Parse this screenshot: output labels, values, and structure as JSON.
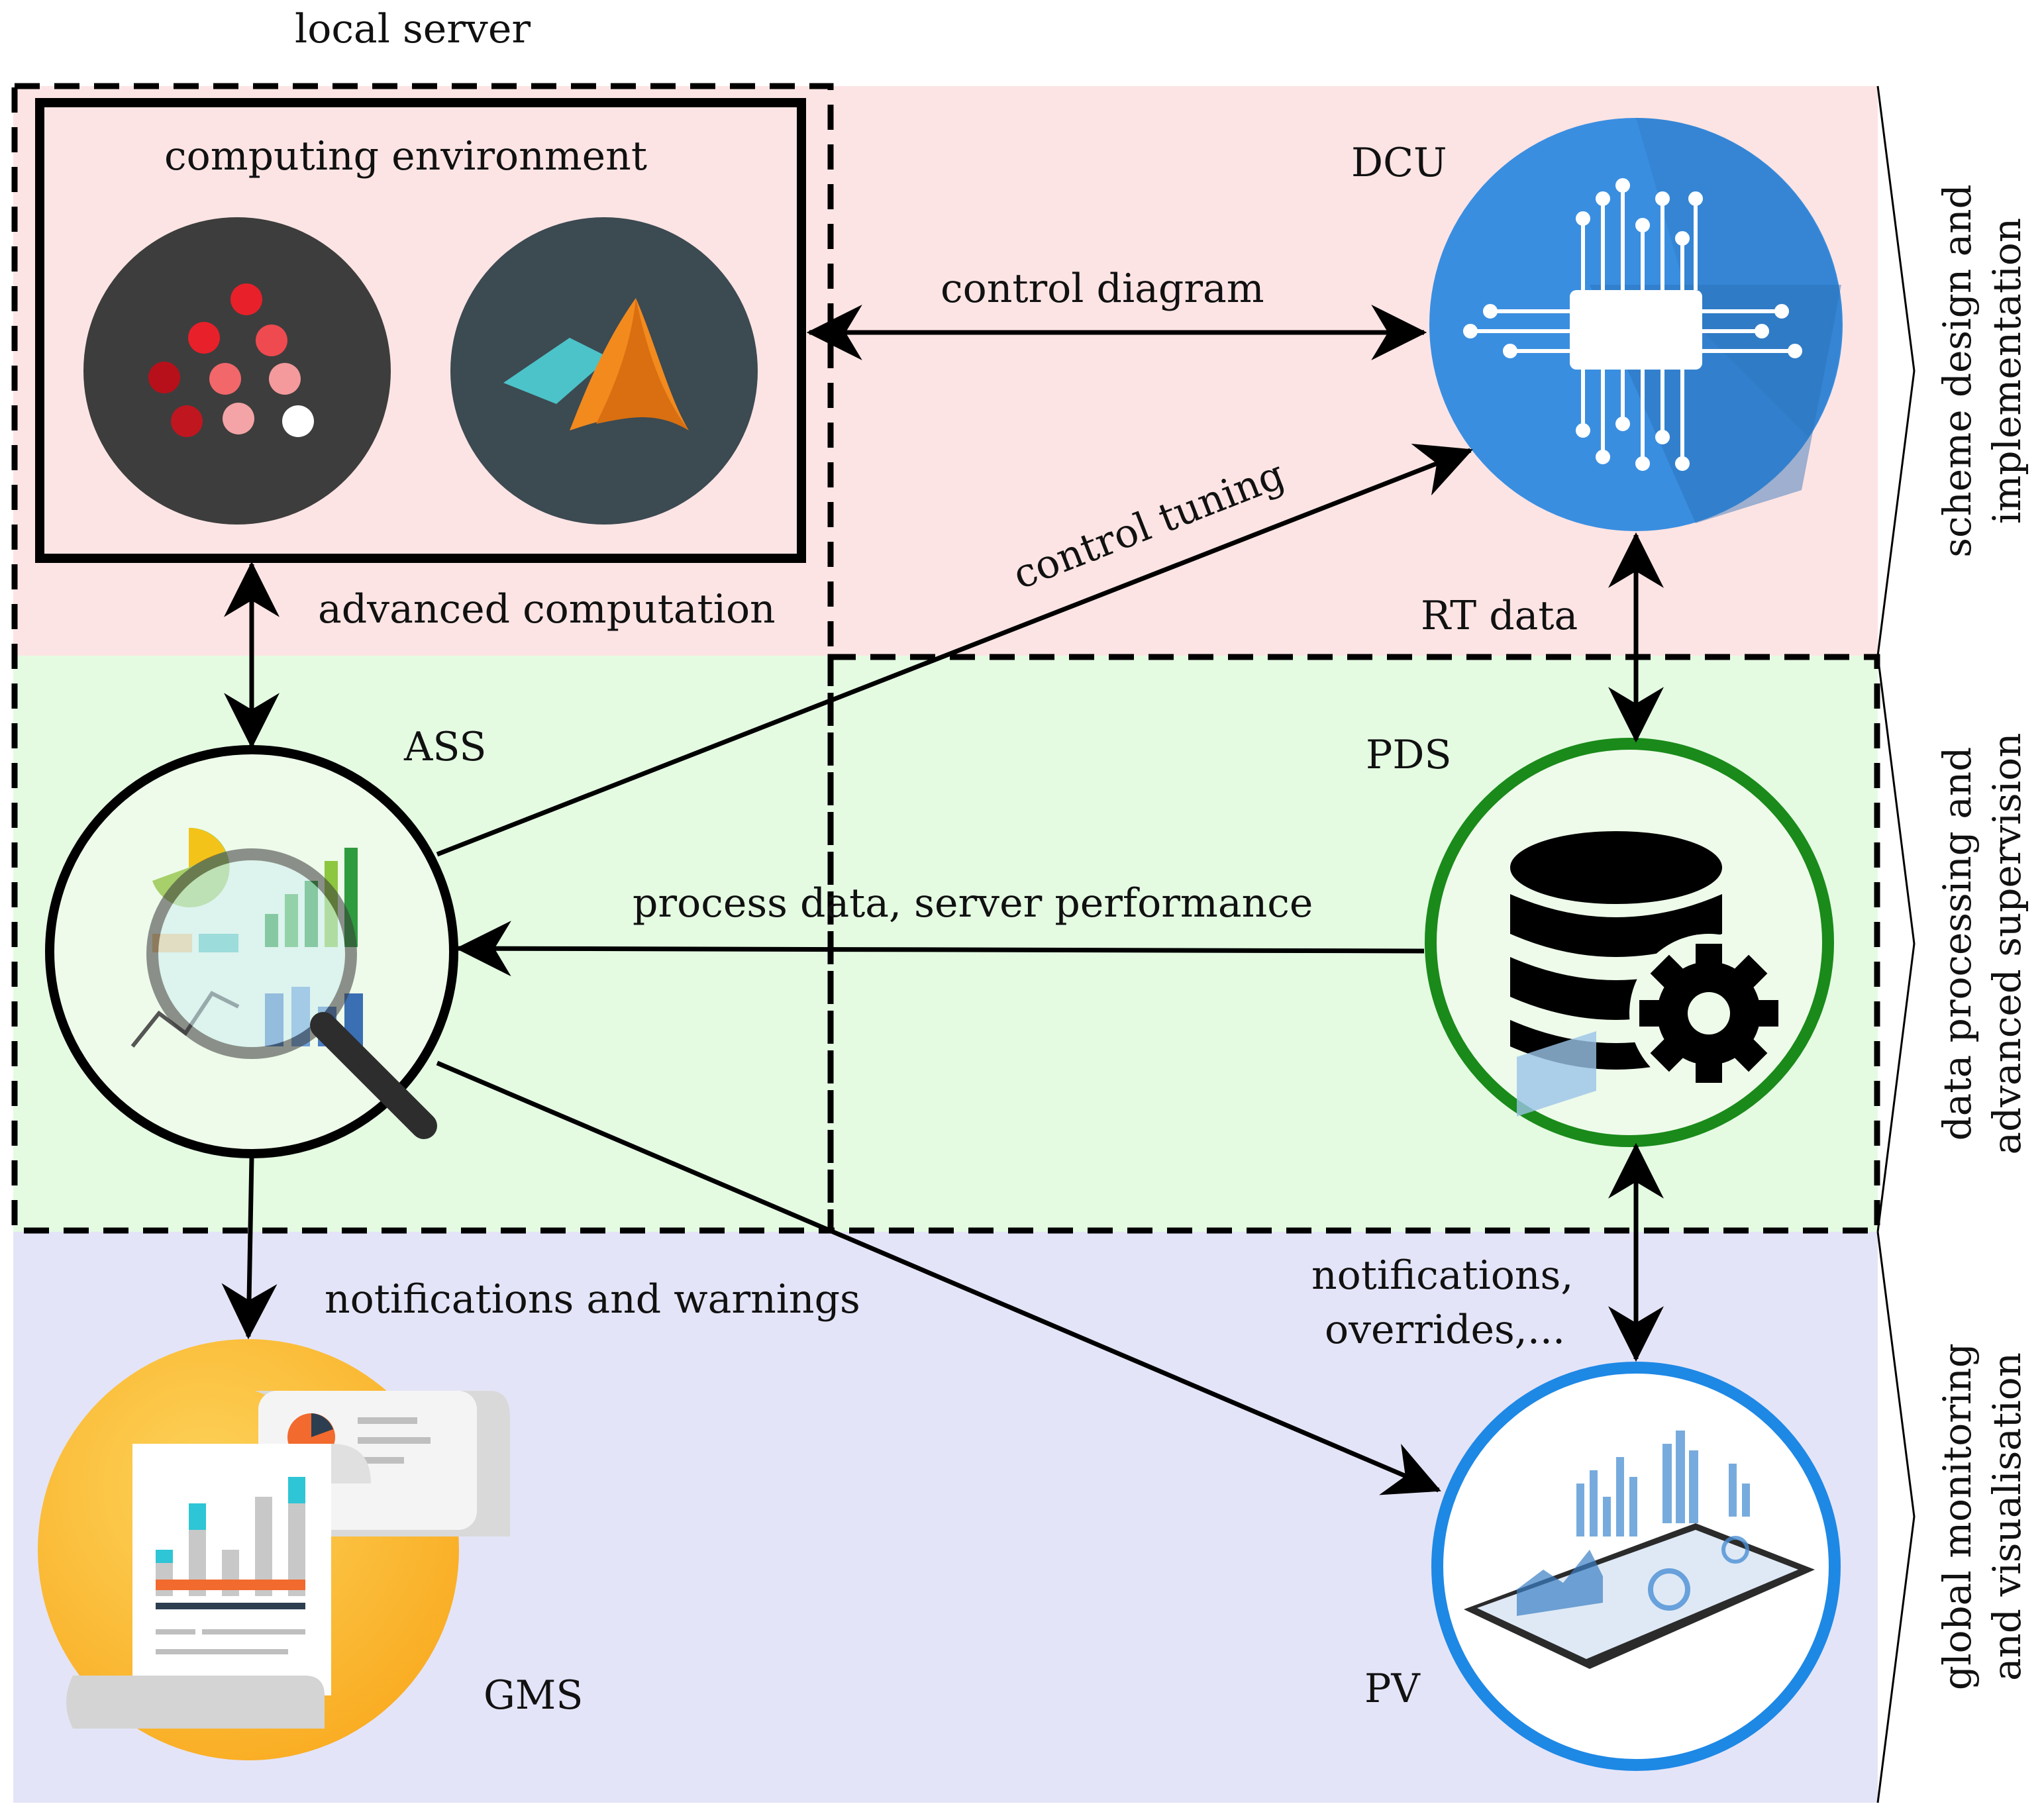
{
  "labels": {
    "local_server": "local server",
    "computing_environment": "computing environment",
    "dcu": "DCU",
    "control_diagram": "control diagram",
    "control_tuning": "control tuning",
    "advanced_computation": "advanced computation",
    "rt_data": "RT data",
    "ass": "ASS",
    "pds": "PDS",
    "process_data": "process data, server performance",
    "notifications_warnings": "notifications and warnings",
    "notifications_overrides_1": "notifications,",
    "notifications_overrides_2": "overrides,...",
    "gms": "GMS",
    "pv": "PV"
  },
  "lanes": {
    "top": {
      "line1": "scheme design and",
      "line2": "implementation"
    },
    "middle": {
      "line1": "data processing and",
      "line2": "advanced supervision"
    },
    "bottom": {
      "line1": "global monitoring",
      "line2": "and visualisation"
    }
  },
  "colors": {
    "lane_top": "#fde4e4",
    "lane_middle": "#e4fbe2",
    "lane_bottom": "#e4e4f8",
    "dcu_blue": "#3a8ee0",
    "pds_green": "#1a8a1a",
    "pv_blue": "#1e88e5",
    "gms_yellow": "#fbb92e",
    "matlab_orange": "#f28a1e",
    "julia_red": "#e8202a"
  },
  "icons": [
    "julia-icon",
    "matlab-icon",
    "chip-icon",
    "analytics-icon",
    "database-gear-icon",
    "report-icon",
    "phone-dashboard-icon"
  ]
}
